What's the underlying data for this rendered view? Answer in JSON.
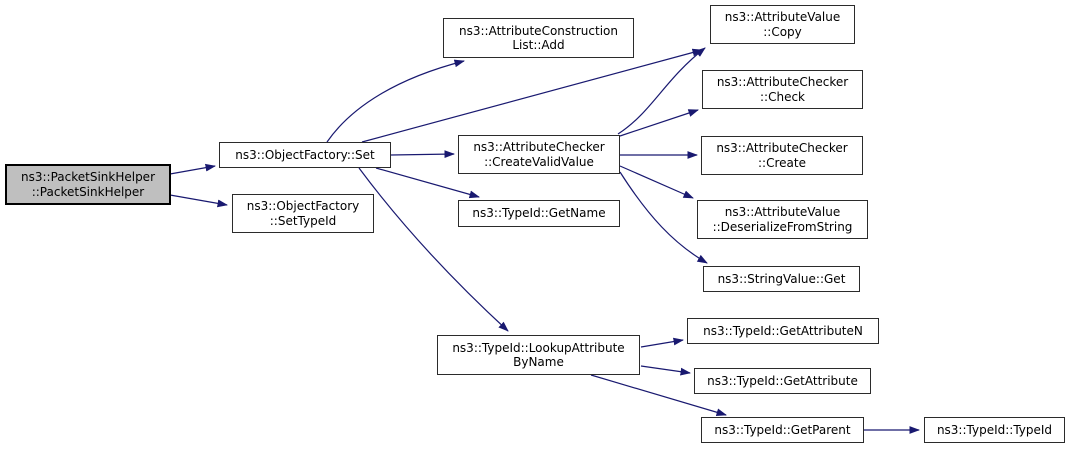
{
  "diagram": {
    "type": "call-graph",
    "colors": {
      "edge": "#191970",
      "node-fill": "#ffffff",
      "node-border": "#2b2b2b",
      "highlight-fill": "#bfbfbf",
      "text": "#000000",
      "background": "#ffffff"
    }
  },
  "nodes": {
    "packetsinkhelper": {
      "label": "ns3::PacketSinkHelper\n::PacketSinkHelper",
      "highlighted": true
    },
    "set": {
      "label": "ns3::ObjectFactory::Set"
    },
    "settypeid": {
      "label": "ns3::ObjectFactory\n::SetTypeId"
    },
    "add": {
      "label": "ns3::AttributeConstruction\nList::Add"
    },
    "copy": {
      "label": "ns3::AttributeValue\n::Copy"
    },
    "check": {
      "label": "ns3::AttributeChecker\n::Check"
    },
    "createvalidvalue": {
      "label": "ns3::AttributeChecker\n::CreateValidValue"
    },
    "create": {
      "label": "ns3::AttributeChecker\n::Create"
    },
    "deserializefromstring": {
      "label": "ns3::AttributeValue\n::DeserializeFromString"
    },
    "stringvalueget": {
      "label": "ns3::StringValue::Get"
    },
    "getname": {
      "label": "ns3::TypeId::GetName"
    },
    "lookupattributebyname": {
      "label": "ns3::TypeId::LookupAttribute\nByName"
    },
    "getattributen": {
      "label": "ns3::TypeId::GetAttributeN"
    },
    "getattribute": {
      "label": "ns3::TypeId::GetAttribute"
    },
    "getparent": {
      "label": "ns3::TypeId::GetParent"
    },
    "typeid": {
      "label": "ns3::TypeId::TypeId"
    }
  },
  "edges": [
    {
      "from": "packetsinkhelper",
      "to": "set"
    },
    {
      "from": "packetsinkhelper",
      "to": "settypeid"
    },
    {
      "from": "set",
      "to": "add"
    },
    {
      "from": "set",
      "to": "copy"
    },
    {
      "from": "set",
      "to": "createvalidvalue"
    },
    {
      "from": "set",
      "to": "getname"
    },
    {
      "from": "set",
      "to": "lookupattributebyname"
    },
    {
      "from": "createvalidvalue",
      "to": "copy"
    },
    {
      "from": "createvalidvalue",
      "to": "check"
    },
    {
      "from": "createvalidvalue",
      "to": "create"
    },
    {
      "from": "createvalidvalue",
      "to": "deserializefromstring"
    },
    {
      "from": "createvalidvalue",
      "to": "stringvalueget"
    },
    {
      "from": "lookupattributebyname",
      "to": "getattributen"
    },
    {
      "from": "lookupattributebyname",
      "to": "getattribute"
    },
    {
      "from": "lookupattributebyname",
      "to": "getparent"
    },
    {
      "from": "getparent",
      "to": "typeid"
    }
  ]
}
